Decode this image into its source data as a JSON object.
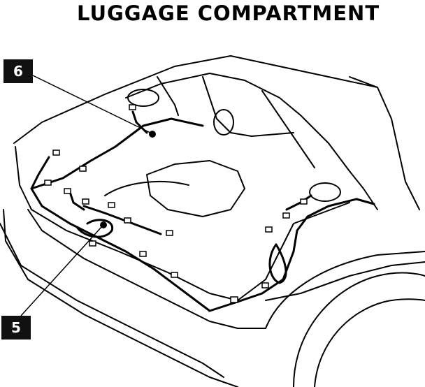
{
  "title": "LUGGAGE COMPARTMENT",
  "callouts": [
    {
      "label": "6"
    },
    {
      "label": "5"
    }
  ]
}
